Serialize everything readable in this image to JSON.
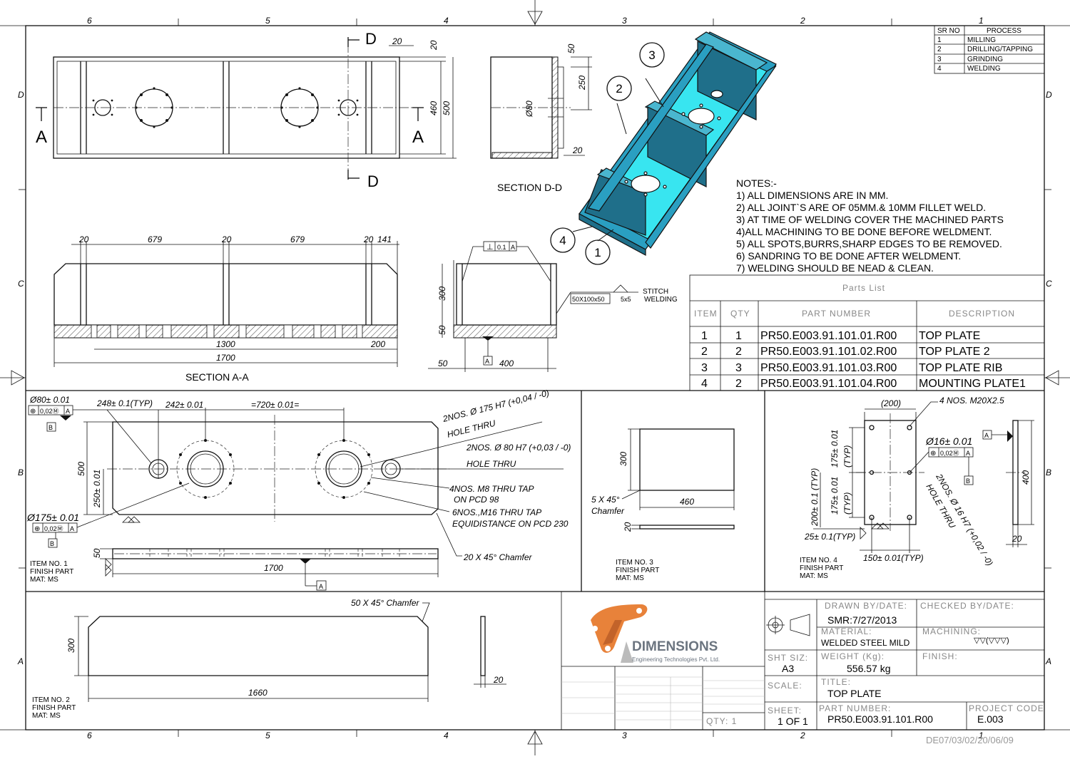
{
  "border": {
    "cols_top": [
      "6",
      "5",
      "4",
      "3",
      "2",
      "1"
    ],
    "cols_bottom": [
      "6",
      "5",
      "4",
      "3",
      "2",
      "1"
    ],
    "rows_left": [
      "D",
      "C",
      "B",
      "A"
    ],
    "rows_right": [
      "D",
      "C",
      "B",
      "A"
    ]
  },
  "process_table": {
    "headers": [
      "SR NO",
      "PROCESS"
    ],
    "rows": [
      [
        "1",
        "MILLING"
      ],
      [
        "2",
        "DRILLING/TAPPING"
      ],
      [
        "3",
        "GRINDING"
      ],
      [
        "4",
        "WELDING"
      ]
    ]
  },
  "top_view": {
    "section_letter_d_top": "D",
    "section_letter_d_bottom": "D",
    "section_letter_a_left": "A",
    "section_letter_a_right": "A",
    "dims": {
      "d20_top": "20",
      "d20_side": "20",
      "d460": "460",
      "d500": "500"
    }
  },
  "section_dd": {
    "title": "SECTION D-D",
    "dims": {
      "d50": "50",
      "d250": "250",
      "d80": "Ø80",
      "d20": "20"
    }
  },
  "iso_view": {
    "balloons": [
      "1",
      "2",
      "3",
      "4"
    ]
  },
  "notes": {
    "title": "NOTES:-",
    "lines": [
      "1) ALL DIMENSIONS ARE IN MM.",
      "2) ALL JOINT`S ARE OF 05MM.& 10MM FILLET WELD.",
      "3) AT TIME OF WELDING COVER THE MACHINED PARTS",
      "4)ALL MACHINING TO BE DONE BEFORE WELDMENT.",
      "5) ALL SPOTS,BURRS,SHARP EDGES TO BE REMOVED.",
      "6) SANDRING TO BE DONE AFTER WELDMENT.",
      "7) WELDING SHOULD BE NEAD & CLEAN."
    ]
  },
  "section_aa": {
    "title": "SECTION A-A",
    "dims": {
      "d20a": "20",
      "d679a": "679",
      "d20b": "20",
      "d679b": "679",
      "d20c": "20",
      "d141": "141",
      "d1300": "1300",
      "d200": "200",
      "d1700": "1700"
    }
  },
  "end_view": {
    "tolerance_sym": "⊥",
    "tolerance_val": "0.1",
    "datum": "A",
    "weld_spec": "50X100x50",
    "weld_size": "5x5",
    "weld_note_1": "STITCH",
    "weld_note_2": "WELDING",
    "dims": {
      "d300": "300",
      "d50": "50",
      "d50b": "50",
      "d400": "400"
    },
    "datum_bottom": "A"
  },
  "parts_list": {
    "title": "Parts List",
    "headers": [
      "ITEM",
      "QTY",
      "PART NUMBER",
      "DESCRIPTION"
    ],
    "rows": [
      [
        "1",
        "1",
        "PR50.E003.91.101.01.R00",
        "TOP PLATE"
      ],
      [
        "2",
        "2",
        "PR50.E003.91.101.02.R00",
        "TOP PLATE 2"
      ],
      [
        "3",
        "3",
        "PR50.E003.91.101.03.R00",
        "TOP PLATE RIB"
      ],
      [
        "4",
        "2",
        "PR50.E003.91.101.04.R00",
        "MOUNTING PLATE1"
      ]
    ]
  },
  "item1": {
    "d80_tol": "Ø80± 0.01",
    "fcf1_val": "0,02Ⓜ",
    "fcf1_datum": "A",
    "datum_b1": "B",
    "d248": "248± 0.1(TYP)",
    "d242": "242± 0.01",
    "d720": "=720± 0.01=",
    "d175_callout": "2NOS. Ø 175 H7 (+0,04 / -0)",
    "hole_thru_1": "HOLE THRU",
    "d80_callout": "2NOS. Ø 80 H7 (+0,03 / -0)",
    "hole_thru_2": "HOLE THRU",
    "m8_1": "4NOS. M8 THRU TAP",
    "m8_2": "ON PCD 98",
    "m16_1": "6NOS.,M16 THRU TAP",
    "m16_2": "EQUIDISTANCE ON PCD 230",
    "d500": "500",
    "d250": "250± 0.01",
    "d175_tol": "Ø175± 0.01",
    "fcf2_val": "0,02Ⓜ",
    "fcf2_datum": "A",
    "datum_b2": "B",
    "d50": "50",
    "d1700": "1700",
    "chamfer": "20 X 45° Chamfer",
    "datum_a": "A",
    "label_1": "ITEM NO. 1",
    "label_2": "FINISH PART",
    "label_3": "MAT: MS"
  },
  "item3": {
    "d300": "300",
    "d460": "460",
    "chamfer_1": "5 X 45°",
    "chamfer_2": "Chamfer",
    "d20": "20",
    "label_1": "ITEM NO. 3",
    "label_2": "FINISH PART",
    "label_3": "MAT: MS"
  },
  "item4": {
    "d200": "(200)",
    "m20": "4 NOS. M20X2.5",
    "d16": "Ø16± 0.01",
    "fcf_val": "0,02Ⓜ",
    "fcf_datum": "A",
    "datum_a": "A",
    "datum_b": "B",
    "hole_callout": "2NOS. Ø 16 H7 (+0,02 / -0)",
    "hole_thru": "HOLE THRU",
    "d175a": "175± 0.01",
    "d175a_typ": "(TYP)",
    "d175b": "175± 0.01",
    "d175b_typ": "(TYP)",
    "d200typ": "200± 0.1 (TYP)",
    "d25": "25± 0.1(TYP)",
    "d150": "150± 0.01(TYP)",
    "d400": "400",
    "d20": "20",
    "label_1": "ITEM NO. 4",
    "label_2": "FINISH PART",
    "label_3": "MAT: MS"
  },
  "item2": {
    "chamfer": "50 X 45° Chamfer",
    "d300": "300",
    "d1660": "1660",
    "d20": "20",
    "label_1": "ITEM NO. 2",
    "label_2": "FINISH PART",
    "label_3": "MAT: MS"
  },
  "title_block": {
    "logo_name": "DIMENSIONS",
    "logo_sub": "Engineering Technologies Pvt. Ltd.",
    "drawn_label": "DRAWN BY/DATE:",
    "drawn_value": "SMR:7/27/2013",
    "checked_label": "CHECKED BY/DATE:",
    "material_label": "MATERIAL:",
    "material_value": "WELDED STEEL MILD",
    "machining_label": "MACHINING:",
    "machining_value": "▽▽(▽▽▽)",
    "sht_label": "SHT SIZ:",
    "sht_value": "A3",
    "weight_label": "WEIGHT (Kg):",
    "weight_value": "556.57 kg",
    "finish_label": "FINISH:",
    "scale_label": "SCALE:",
    "title_label": "TITLE:",
    "title_value": "TOP PLATE",
    "sheet_label": "SHEET:",
    "sheet_value": "1 OF 1",
    "partno_label": "PART NUMBER:",
    "partno_value": "PR50.E003.91.101.R00",
    "project_label": "PROJECT CODE",
    "project_value": "E.003",
    "qty_label": "QTY: 1",
    "drawing_ref": "DE07/03/02/20/06/09"
  }
}
